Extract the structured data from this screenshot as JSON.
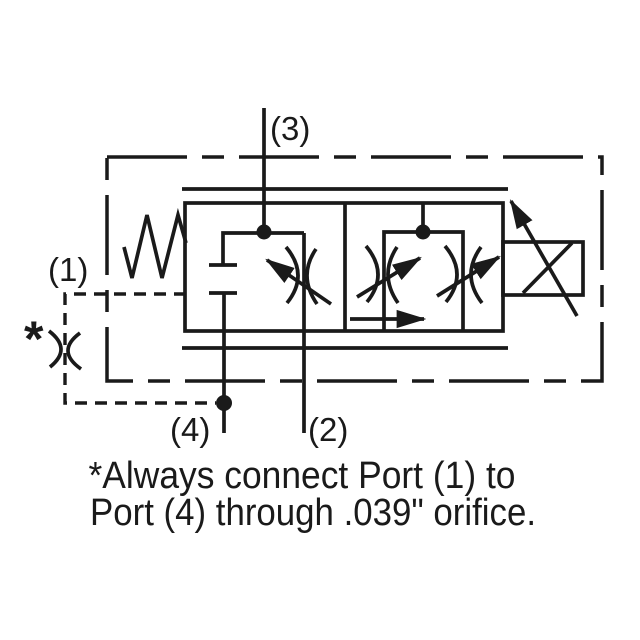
{
  "colors": {
    "line": "#1a1a1a",
    "background": "#ffffff"
  },
  "ports": {
    "p1": {
      "label": "(1)"
    },
    "p2": {
      "label": "(2)"
    },
    "p3": {
      "label": "(3)"
    },
    "p4": {
      "label": "(4)"
    }
  },
  "footnote": {
    "marker": "*",
    "line1": "*Always connect Port (1) to",
    "line2": "Port (4) through .039\" orifice."
  }
}
